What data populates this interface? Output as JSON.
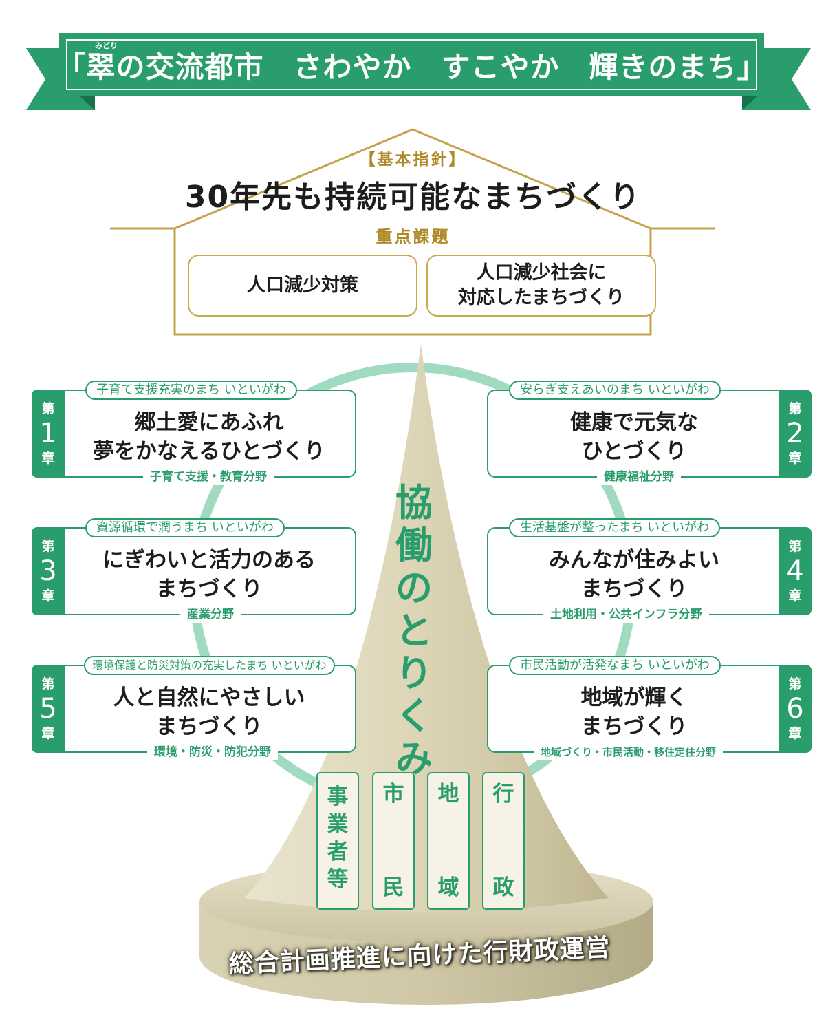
{
  "banner": {
    "ruby": "みどり",
    "title": "「翠の交流都市　さわやか　すこやか　輝きのまち」",
    "color": "#2a9d6d"
  },
  "policy": {
    "label": "【基本指針】",
    "title": "30年先も持続可能なまちづくり",
    "focus_label": "重点課題",
    "issues": [
      "人口減少対策",
      "人口減少社会に\n対応したまちづくり"
    ],
    "accent": "#b08a28"
  },
  "chapters": [
    {
      "dai": "第",
      "num": "1",
      "sho": "章",
      "slogan": "子育て支援充実のまち いといがわ",
      "theme": "郷土愛にあふれ\n夢をかなえるひとづくり",
      "field": "子育て支援・教育分野"
    },
    {
      "dai": "第",
      "num": "2",
      "sho": "章",
      "slogan": "安らぎ支えあいのまち いといがわ",
      "theme": "健康で元気な\nひとづくり",
      "field": "健康福祉分野"
    },
    {
      "dai": "第",
      "num": "3",
      "sho": "章",
      "slogan": "資源循環で潤うまち いといがわ",
      "theme": "にぎわいと活力のある\nまちづくり",
      "field": "産業分野"
    },
    {
      "dai": "第",
      "num": "4",
      "sho": "章",
      "slogan": "生活基盤が整ったまち いといがわ",
      "theme": "みんなが住みよい\nまちづくり",
      "field": "土地利用・公共インフラ分野"
    },
    {
      "dai": "第",
      "num": "5",
      "sho": "章",
      "slogan": "環境保護と防災対策の充実したまち いといがわ",
      "theme": "人と自然にやさしい\nまちづくり",
      "field": "環境・防災・防犯分野"
    },
    {
      "dai": "第",
      "num": "6",
      "sho": "章",
      "slogan": "市民活動が活発なまち いといがわ",
      "theme": "地域が輝く\nまちづくり",
      "field": "地域づくり・市民活動・移住定住分野"
    }
  ],
  "cone": {
    "title": [
      "協",
      "働",
      "の",
      "と",
      "り",
      "く",
      "み"
    ],
    "actors": [
      [
        "事",
        "業",
        "者",
        "等"
      ],
      [
        "市",
        "民"
      ],
      [
        "地",
        "域"
      ],
      [
        "行",
        "政"
      ]
    ],
    "base_label": "総合計画推進に向けた行財政運営"
  }
}
